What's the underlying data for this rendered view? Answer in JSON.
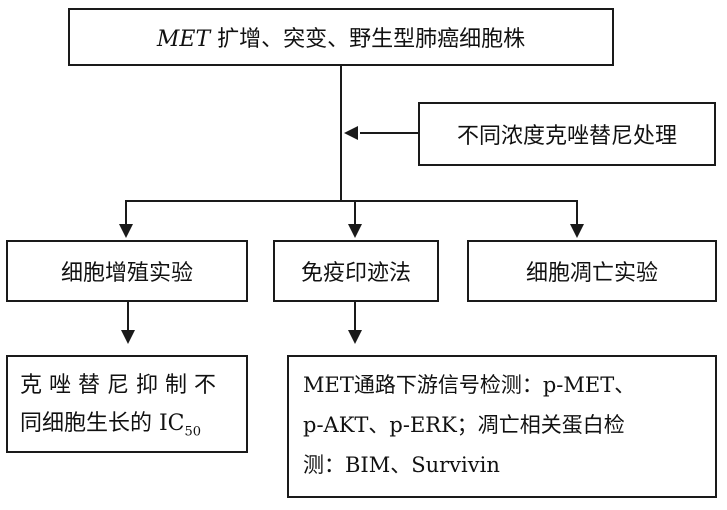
{
  "top": {
    "met": "MET",
    "rest": " 扩增、突变、野生型肺癌细胞株"
  },
  "treatment": "不同浓度克唑替尼处理",
  "branches": {
    "prolif": "细胞增殖实验",
    "western": "免疫印迹法",
    "apoptosis": "细胞凋亡实验"
  },
  "results": {
    "ic50": {
      "line1": "克 唑 替 尼 抑 制 不",
      "line2": "同细胞生长的 IC",
      "sub": "50"
    },
    "signal": {
      "line1": "MET通路下游信号检测：p-MET、",
      "line2": "p-AKT、p-ERK；凋亡相关蛋白检",
      "line3": "测：BIM、Survivin"
    }
  }
}
